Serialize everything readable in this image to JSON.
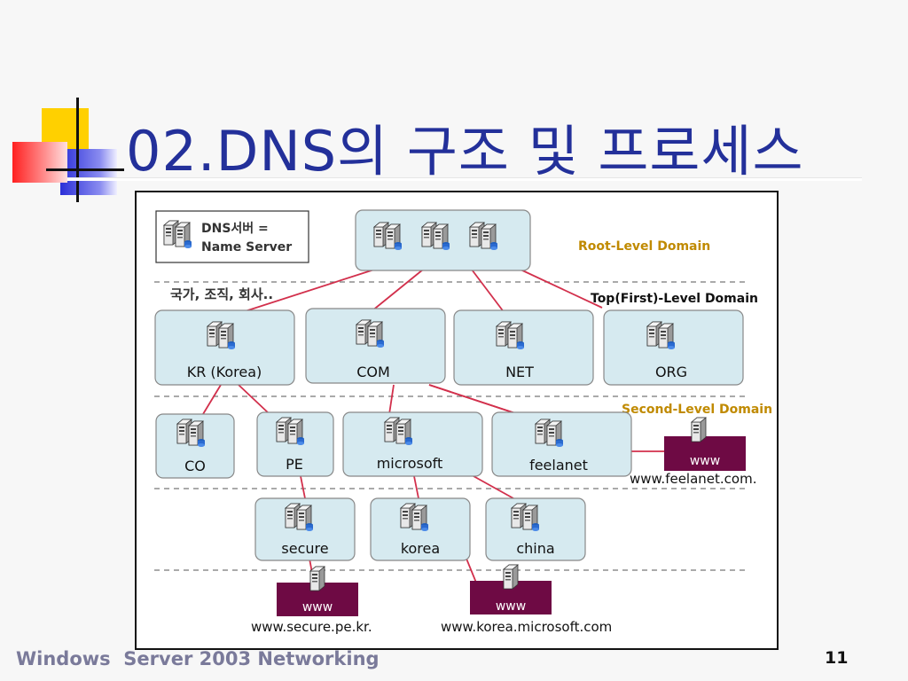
{
  "slide": {
    "title": "02.DNS의 구조 및 프로세스",
    "footer": "Windows  Server 2003 Networking",
    "page_number": "11"
  },
  "diagram": {
    "legend": {
      "line1": "DNS서버 =",
      "line2": "Name Server"
    },
    "annotation": "국가, 조직, 회사..",
    "level_labels": {
      "root": "Root-Level Domain",
      "top": "Top(First)-Level Domain",
      "second": "Second-Level Domain"
    },
    "nodes": {
      "kr": "KR (Korea)",
      "com": "COM",
      "net": "NET",
      "org": "ORG",
      "co": "CO",
      "pe": "PE",
      "microsoft": "microsoft",
      "feelanet": "feelanet",
      "secure": "secure",
      "korea": "korea",
      "china": "china"
    },
    "web_servers": {
      "feelanet": {
        "label": "www",
        "host": "www.feelanet.com."
      },
      "secure": {
        "label": "www",
        "host": "www.secure.pe.kr."
      },
      "korea": {
        "label": "www",
        "host": "www.korea.microsoft.com"
      }
    }
  },
  "colors": {
    "title": "#23309a",
    "node_fill": "#d6eaf0",
    "connector": "#d2304c",
    "web_box": "#6e0a44",
    "level_label": "#c08a00"
  }
}
